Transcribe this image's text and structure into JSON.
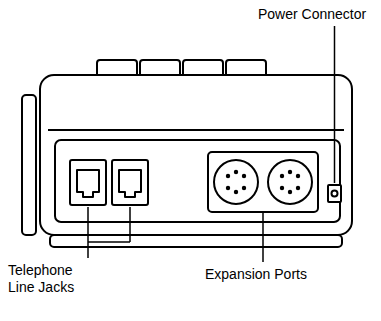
{
  "diagram": {
    "labels": [
      "Power Connector",
      "Telephone Line Jacks",
      "Expansion Ports"
    ]
  }
}
